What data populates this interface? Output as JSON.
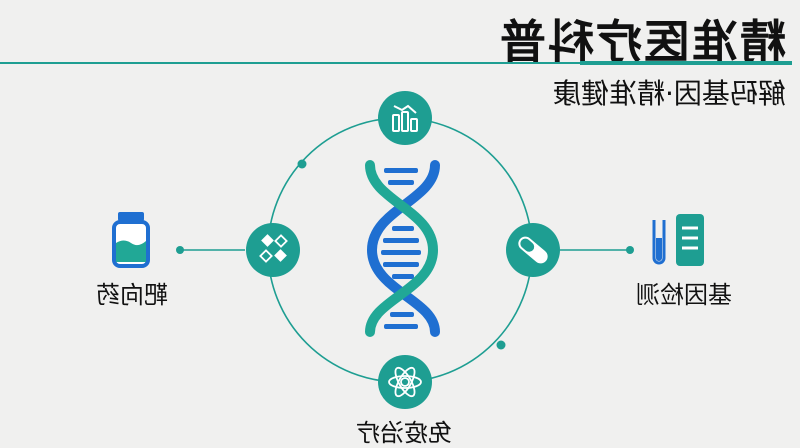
{
  "header": {
    "title": "精准医疗科普",
    "subtitle": "解码基因·精准健康"
  },
  "nodes": [
    {
      "name": "data-analysis",
      "icon": "chart-icon",
      "label": ""
    },
    {
      "name": "molecular",
      "icon": "molecule-icon",
      "label": ""
    },
    {
      "name": "medicine",
      "icon": "capsule-icon",
      "label": ""
    },
    {
      "name": "immune",
      "icon": "atom-icon",
      "label": "免疫治疗"
    }
  ],
  "side_items": {
    "left": {
      "label": "靶向药",
      "icon": "medicine-bottle-icon"
    },
    "right": {
      "label": "基因检测",
      "icon": "test-tube-clipboard-icon"
    }
  },
  "colors": {
    "teal": "#1e9e92",
    "blue": "#1f6fd1",
    "background": "#f0f0ef"
  }
}
